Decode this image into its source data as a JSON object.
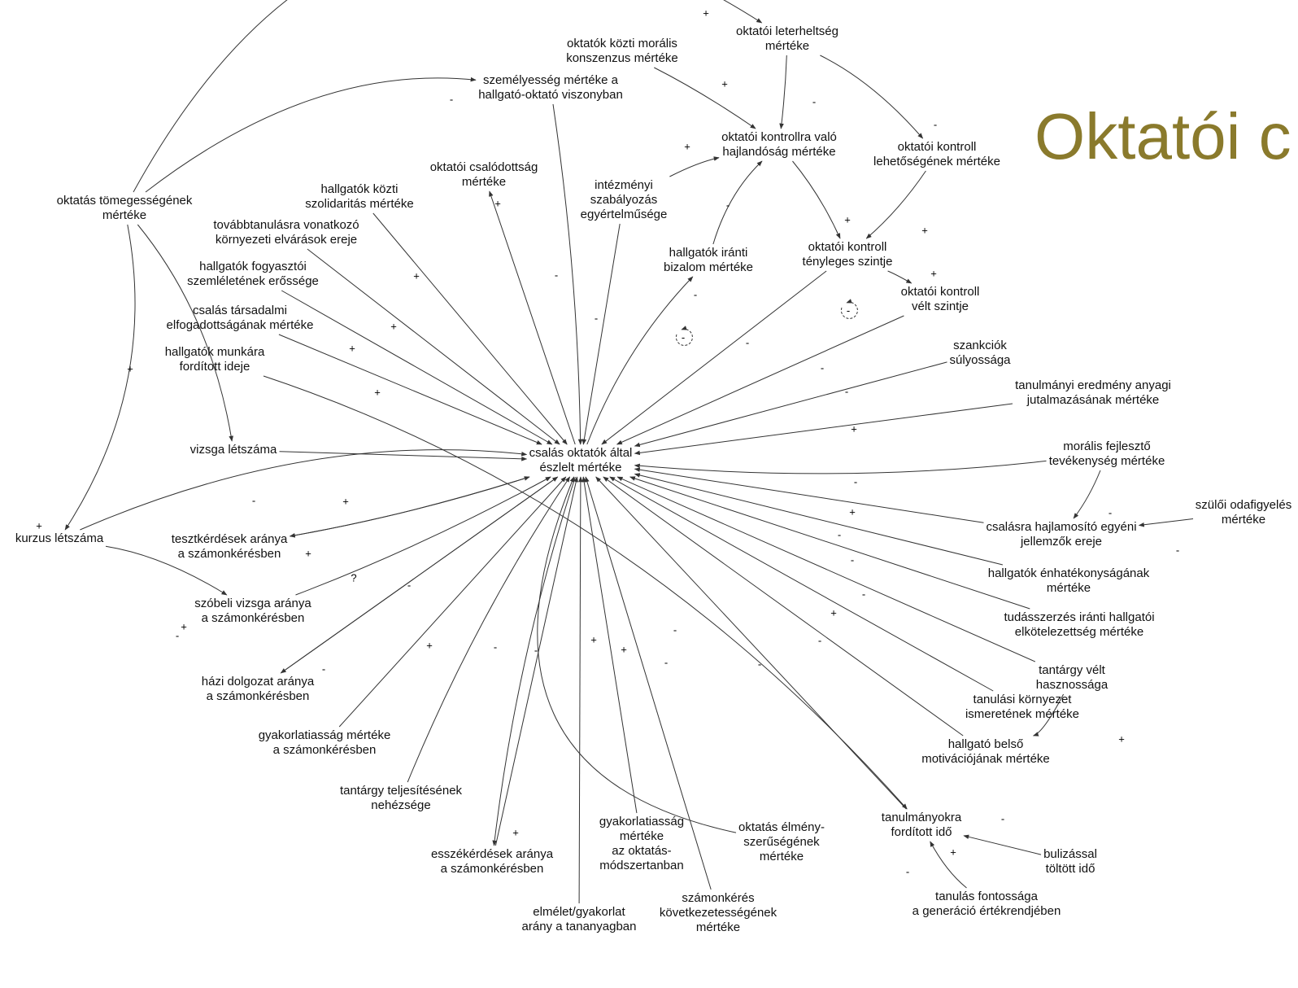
{
  "slide": {
    "title": "Oktatói c"
  },
  "colors": {
    "title": "#8a7a2c",
    "line": "#333333",
    "text": "#111111"
  },
  "nodes": [
    {
      "id": "center",
      "label": "csalás oktatók által\nészlelt mértéke"
    },
    {
      "id": "leterheltseg",
      "label": "oktatói leterheltség\nmértéke"
    },
    {
      "id": "moralis_konszenzus",
      "label": "oktatók közti morális\nkonszenzus mértéke"
    },
    {
      "id": "szemelyesseg",
      "label": "személyesség mértéke a\nhallgató-oktató viszonyban"
    },
    {
      "id": "kontroll_hajlandosag",
      "label": "oktatói kontrollra való\nhajlandóság mértéke"
    },
    {
      "id": "kontroll_lehetoseg",
      "label": "oktatói kontroll\nlehetőségének mértéke"
    },
    {
      "id": "csalodottsag",
      "label": "oktatói csalódottság\nmértéke"
    },
    {
      "id": "intezmenyi",
      "label": "intézményi\nszabályozás\negyértelműsége"
    },
    {
      "id": "tomegesseg",
      "label": "oktatás tömegességének\nmértéke"
    },
    {
      "id": "szolidaritas",
      "label": "hallgatók közti\nszolidaritás mértéke"
    },
    {
      "id": "tovabbtanulas",
      "label": "továbbtanulásra vonatkozó\nkörnyezeti elvárások ereje"
    },
    {
      "id": "bizalom",
      "label": "hallgatók iránti\nbizalom mértéke"
    },
    {
      "id": "kontroll_tenyleges",
      "label": "oktatói kontroll\ntényleges szintje"
    },
    {
      "id": "fogyasztoi",
      "label": "hallgatók fogyasztói\nszemléletének erőssége"
    },
    {
      "id": "kontroll_velt",
      "label": "oktatói kontroll\nvélt szintje"
    },
    {
      "id": "elfogadottsag",
      "label": "csalás társadalmi\nelfogadottságának mértéke"
    },
    {
      "id": "szankciok",
      "label": "szankciók\nsúlyossága"
    },
    {
      "id": "munkara",
      "label": "hallgatók munkára\nfordított ideje"
    },
    {
      "id": "jutalmazas",
      "label": "tanulmányi eredmény anyagi\njutalmazásának mértéke"
    },
    {
      "id": "vizsga_letszam",
      "label": "vizsga létszáma"
    },
    {
      "id": "moralis_fejleszto",
      "label": "morális fejlesztő\ntevékenység mértéke"
    },
    {
      "id": "kurzus_letszam",
      "label": "kurzus létszáma"
    },
    {
      "id": "tesztkerdesek",
      "label": "tesztkérdések aránya\na számonkérésben"
    },
    {
      "id": "szuloi",
      "label": "szülői odafigyelés\nmértéke"
    },
    {
      "id": "egyeni_jellemzok",
      "label": "csalásra hajlamosító egyéni\njellemzők ereje"
    },
    {
      "id": "enhatekonysag",
      "label": "hallgatók énhatékonyságának\nmértéke"
    },
    {
      "id": "szobeli",
      "label": "szóbeli vizsga aránya\na számonkérésben"
    },
    {
      "id": "tudasszerzes",
      "label": "tudásszerzés iránti hallgatói\nelkötelezettség mértéke"
    },
    {
      "id": "hazi",
      "label": "házi dolgozat aránya\na számonkérésben"
    },
    {
      "id": "hasznossag",
      "label": "tantárgy vélt\nhasznossága"
    },
    {
      "id": "tanulasi_kornyezet",
      "label": "tanulási környezet\nismeretének mértéke"
    },
    {
      "id": "gyakorlatiassag_szamonkeres",
      "label": "gyakorlatiasság mértéke\na számonkérésben"
    },
    {
      "id": "belso_motivacio",
      "label": "hallgató belső\nmotivációjának mértéke"
    },
    {
      "id": "nehezseg",
      "label": "tantárgy teljesítésének\nnehézsége"
    },
    {
      "id": "tanulmanyi_ido",
      "label": "tanulmányokra\nfordított idő"
    },
    {
      "id": "esszekerdesek",
      "label": "esszékérdések aránya\na számonkérésben"
    },
    {
      "id": "gyakorlatiassag_modszertan",
      "label": "gyakorlatiasság\nmértéke\naz oktatás-\nmódszertanban"
    },
    {
      "id": "elmeny",
      "label": "oktatás élmény-\nszerűségének\nmértéke"
    },
    {
      "id": "bulizas",
      "label": "bulizással\ntöltött idő"
    },
    {
      "id": "kovetkezetesseg",
      "label": "számonkérés\nkövetkezetességének\nmértéke"
    },
    {
      "id": "tanulas_fontossaga",
      "label": "tanulás fontossága\na generáció értékrendjében"
    },
    {
      "id": "elmelet",
      "label": "elmélet/gyakorlat\narány a tananyagban"
    }
  ],
  "links": [
    {
      "from": "tomegesseg",
      "to": "leterheltseg",
      "sign": "+"
    },
    {
      "from": "tomegesseg",
      "to": "szemelyesseg",
      "sign": "-"
    },
    {
      "from": "leterheltseg",
      "to": "kontroll_hajlandosag",
      "sign": "-"
    },
    {
      "from": "leterheltseg",
      "to": "kontroll_lehetoseg",
      "sign": "-"
    },
    {
      "from": "moralis_konszenzus",
      "to": "kontroll_hajlandosag",
      "sign": "+"
    },
    {
      "from": "intezmenyi",
      "to": "kontroll_hajlandosag",
      "sign": "+"
    },
    {
      "from": "bizalom",
      "to": "kontroll_hajlandosag",
      "sign": "-"
    },
    {
      "from": "kontroll_hajlandosag",
      "to": "kontroll_tenyleges",
      "sign": "+"
    },
    {
      "from": "kontroll_lehetoseg",
      "to": "kontroll_tenyleges",
      "sign": "+"
    },
    {
      "from": "kontroll_tenyleges",
      "to": "kontroll_velt",
      "sign": "+"
    },
    {
      "from": "center",
      "to": "bizalom",
      "sign": "-"
    },
    {
      "from": "center",
      "to": "csalodottsag",
      "sign": "+"
    },
    {
      "from": "szemelyesseg",
      "to": "center",
      "sign": "-"
    },
    {
      "from": "szolidaritas",
      "to": "center",
      "sign": "+"
    },
    {
      "from": "tovabbtanulas",
      "to": "center",
      "sign": "+"
    },
    {
      "from": "fogyasztoi",
      "to": "center",
      "sign": "+"
    },
    {
      "from": "elfogadottsag",
      "to": "center",
      "sign": "+"
    },
    {
      "from": "intezmenyi",
      "to": "center",
      "sign": "-"
    },
    {
      "from": "kontroll_tenyleges",
      "to": "center",
      "sign": "-"
    },
    {
      "from": "kontroll_velt",
      "to": "center",
      "sign": "-"
    },
    {
      "from": "szankciok",
      "to": "center",
      "sign": "-"
    },
    {
      "from": "jutalmazas",
      "to": "center",
      "sign": "+"
    },
    {
      "from": "moralis_fejleszto",
      "to": "center",
      "sign": "-"
    },
    {
      "from": "moralis_fejleszto",
      "to": "egyeni_jellemzok",
      "sign": "-"
    },
    {
      "from": "szuloi",
      "to": "egyeni_jellemzok",
      "sign": "-"
    },
    {
      "from": "egyeni_jellemzok",
      "to": "center",
      "sign": "+"
    },
    {
      "from": "enhatekonysag",
      "to": "center",
      "sign": "-"
    },
    {
      "from": "tudasszerzes",
      "to": "center",
      "sign": "-"
    },
    {
      "from": "hasznossag",
      "to": "center",
      "sign": "-"
    },
    {
      "from": "hasznossag",
      "to": "belso_motivacio",
      "sign": "+"
    },
    {
      "from": "tanulasi_kornyezet",
      "to": "center",
      "sign": "+"
    },
    {
      "from": "belso_motivacio",
      "to": "center",
      "sign": "-"
    },
    {
      "from": "tanulmanyi_ido",
      "to": "center",
      "sign": "-"
    },
    {
      "from": "bulizas",
      "to": "tanulmanyi_ido",
      "sign": "-"
    },
    {
      "from": "tanulas_fontossaga",
      "to": "tanulmanyi_ido",
      "sign": "+"
    },
    {
      "from": "munkara",
      "to": "tanulmanyi_ido",
      "sign": "-"
    },
    {
      "from": "elmeny",
      "to": "center",
      "sign": "-"
    },
    {
      "from": "kovetkezetesseg",
      "to": "center",
      "sign": "-"
    },
    {
      "from": "gyakorlatiassag_modszertan",
      "to": "center",
      "sign": "-"
    },
    {
      "from": "elmelet",
      "to": "center",
      "sign": "+"
    },
    {
      "from": "esszekerdesek",
      "to": "center",
      "sign": "+"
    },
    {
      "from": "center",
      "to": "esszekerdesek",
      "sign": "-"
    },
    {
      "from": "nehezseg",
      "to": "center",
      "sign": "+"
    },
    {
      "from": "gyakorlatiassag_szamonkeres",
      "to": "center",
      "sign": "-"
    },
    {
      "from": "hazi",
      "to": "center",
      "sign": "+"
    },
    {
      "from": "center",
      "to": "hazi",
      "sign": "-"
    },
    {
      "from": "szobeli",
      "to": "center",
      "sign": "-"
    },
    {
      "from": "tesztkerdesek",
      "to": "center",
      "sign": "?"
    },
    {
      "from": "center",
      "to": "tesztkerdesek",
      "sign": "+"
    },
    {
      "from": "kurzus_letszam",
      "to": "center",
      "sign": "+"
    },
    {
      "from": "kurzus_letszam",
      "to": "szobeli",
      "sign": "-"
    },
    {
      "from": "tomegesseg",
      "to": "kurzus_letszam",
      "sign": "+"
    },
    {
      "from": "tomegesseg",
      "to": "vizsga_letszam",
      "sign": "+"
    },
    {
      "from": "vizsga_letszam",
      "to": "center",
      "sign": "+"
    }
  ],
  "loops": [
    {
      "id": "loop1",
      "sign": "-"
    },
    {
      "id": "loop2",
      "sign": "-"
    }
  ]
}
